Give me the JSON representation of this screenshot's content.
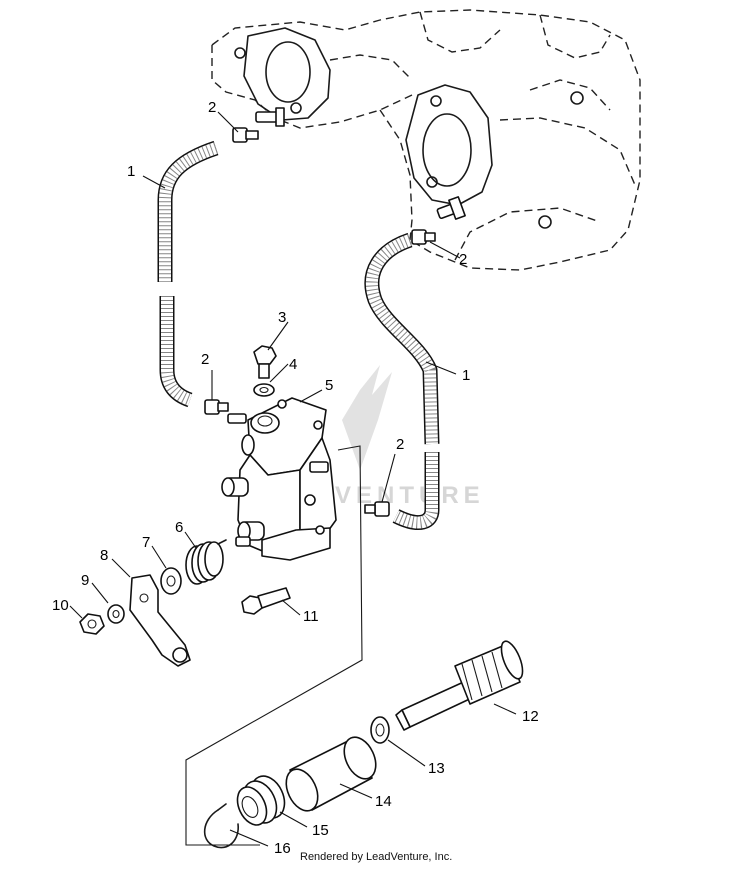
{
  "diagram": {
    "callouts": [
      {
        "id": "c1a",
        "label": "1"
      },
      {
        "id": "c1b",
        "label": "1"
      },
      {
        "id": "c2a",
        "label": "2"
      },
      {
        "id": "c2b",
        "label": "2"
      },
      {
        "id": "c2c",
        "label": "2"
      },
      {
        "id": "c2d",
        "label": "2"
      },
      {
        "id": "c3",
        "label": "3"
      },
      {
        "id": "c4",
        "label": "4"
      },
      {
        "id": "c5",
        "label": "5"
      },
      {
        "id": "c6",
        "label": "6"
      },
      {
        "id": "c7",
        "label": "7"
      },
      {
        "id": "c8",
        "label": "8"
      },
      {
        "id": "c9",
        "label": "9"
      },
      {
        "id": "c10",
        "label": "10"
      },
      {
        "id": "c11",
        "label": "11"
      },
      {
        "id": "c12",
        "label": "12"
      },
      {
        "id": "c13",
        "label": "13"
      },
      {
        "id": "c14",
        "label": "14"
      },
      {
        "id": "c15",
        "label": "15"
      },
      {
        "id": "c16",
        "label": "16"
      }
    ],
    "watermark_text": "VENTURE",
    "credit": "Rendered by LeadVenture, Inc."
  }
}
